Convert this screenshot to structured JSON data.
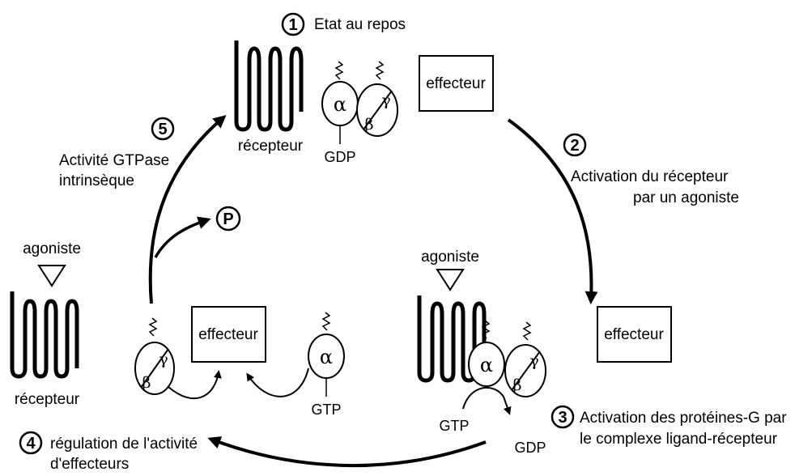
{
  "steps": {
    "s1": {
      "number": "1",
      "text": "Etat au repos"
    },
    "s2": {
      "number": "2",
      "line1": "Activation du récepteur",
      "line2": "par un agoniste"
    },
    "s3": {
      "number": "3",
      "line1": "Activation des protéines-G par",
      "line2": "le complexe ligand-récepteur"
    },
    "s4": {
      "number": "4",
      "line1": "régulation de l'activité",
      "line2": "d'effecteurs"
    },
    "s5": {
      "number": "5",
      "line1": "Activité GTPase",
      "line2": "intrinsèque"
    }
  },
  "labels": {
    "recepteur": "récepteur",
    "effecteur": "effecteur",
    "agoniste": "agoniste",
    "gdp": "GDP",
    "gtp": "GTP",
    "phosphate": "P",
    "alpha": "α",
    "beta": "β",
    "gamma": "γ"
  }
}
